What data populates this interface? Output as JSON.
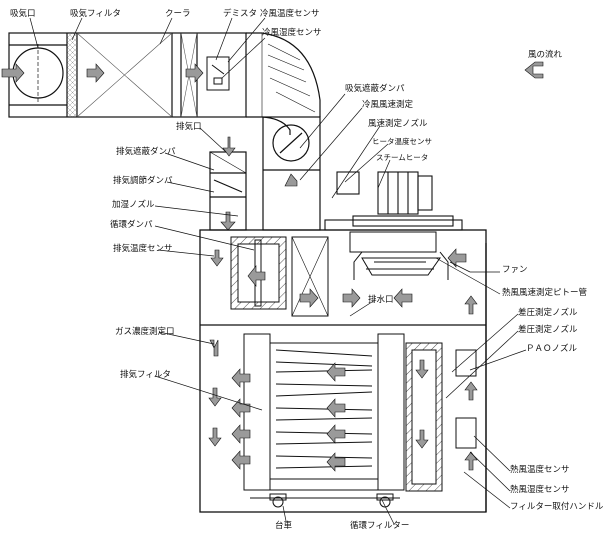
{
  "labels": {
    "intake": "吸気口",
    "intake_filter": "吸気フィルタ",
    "cooler": "クーラ",
    "demister": "デミスタ",
    "cold_temp_sensor": "冷風温度センサ",
    "cold_humidity_sensor": "冷風湿度センサ",
    "airflow": "風の流れ",
    "intake_shutoff_damper": "吸気遮蔽ダンパ",
    "cold_speed_measure": "冷風風速測定",
    "speed_nozzle": "風速測定ノズル",
    "heater_temp_sensor": "ヒータ温度センサ",
    "steam_heater": "スチームヒータ",
    "exhaust_port": "排気口",
    "exhaust_shutoff_damper": "排気遮蔽ダンパ",
    "exhaust_control_damper": "排気調節ダンパ",
    "humidify_nozzle": "加湿ノズル",
    "circulation_damper": "循環ダンパ",
    "exhaust_temp_sensor": "排気温度センサ",
    "fan": "ファン",
    "hot_pitot": "熱風風速測定ピトー管",
    "drain": "排水口",
    "gas_port": "ガス濃度測定口",
    "dp_nozzle_1": "差圧測定ノズル",
    "dp_nozzle_2": "差圧測定ノズル",
    "pao_nozzle": "ＰＡＯノズル",
    "exhaust_filter": "排気フィルタ",
    "hot_temp_sensor": "熱風温度センサ",
    "hot_humidity_sensor": "熱風湿度センサ",
    "filter_handle": "フィルター取付ハンドル",
    "cart": "台車",
    "circ_filter": "循環フィルター"
  },
  "colors": {
    "line": "#111111",
    "arrow_fill": "#9a9a9a",
    "hatch": "#444444"
  }
}
